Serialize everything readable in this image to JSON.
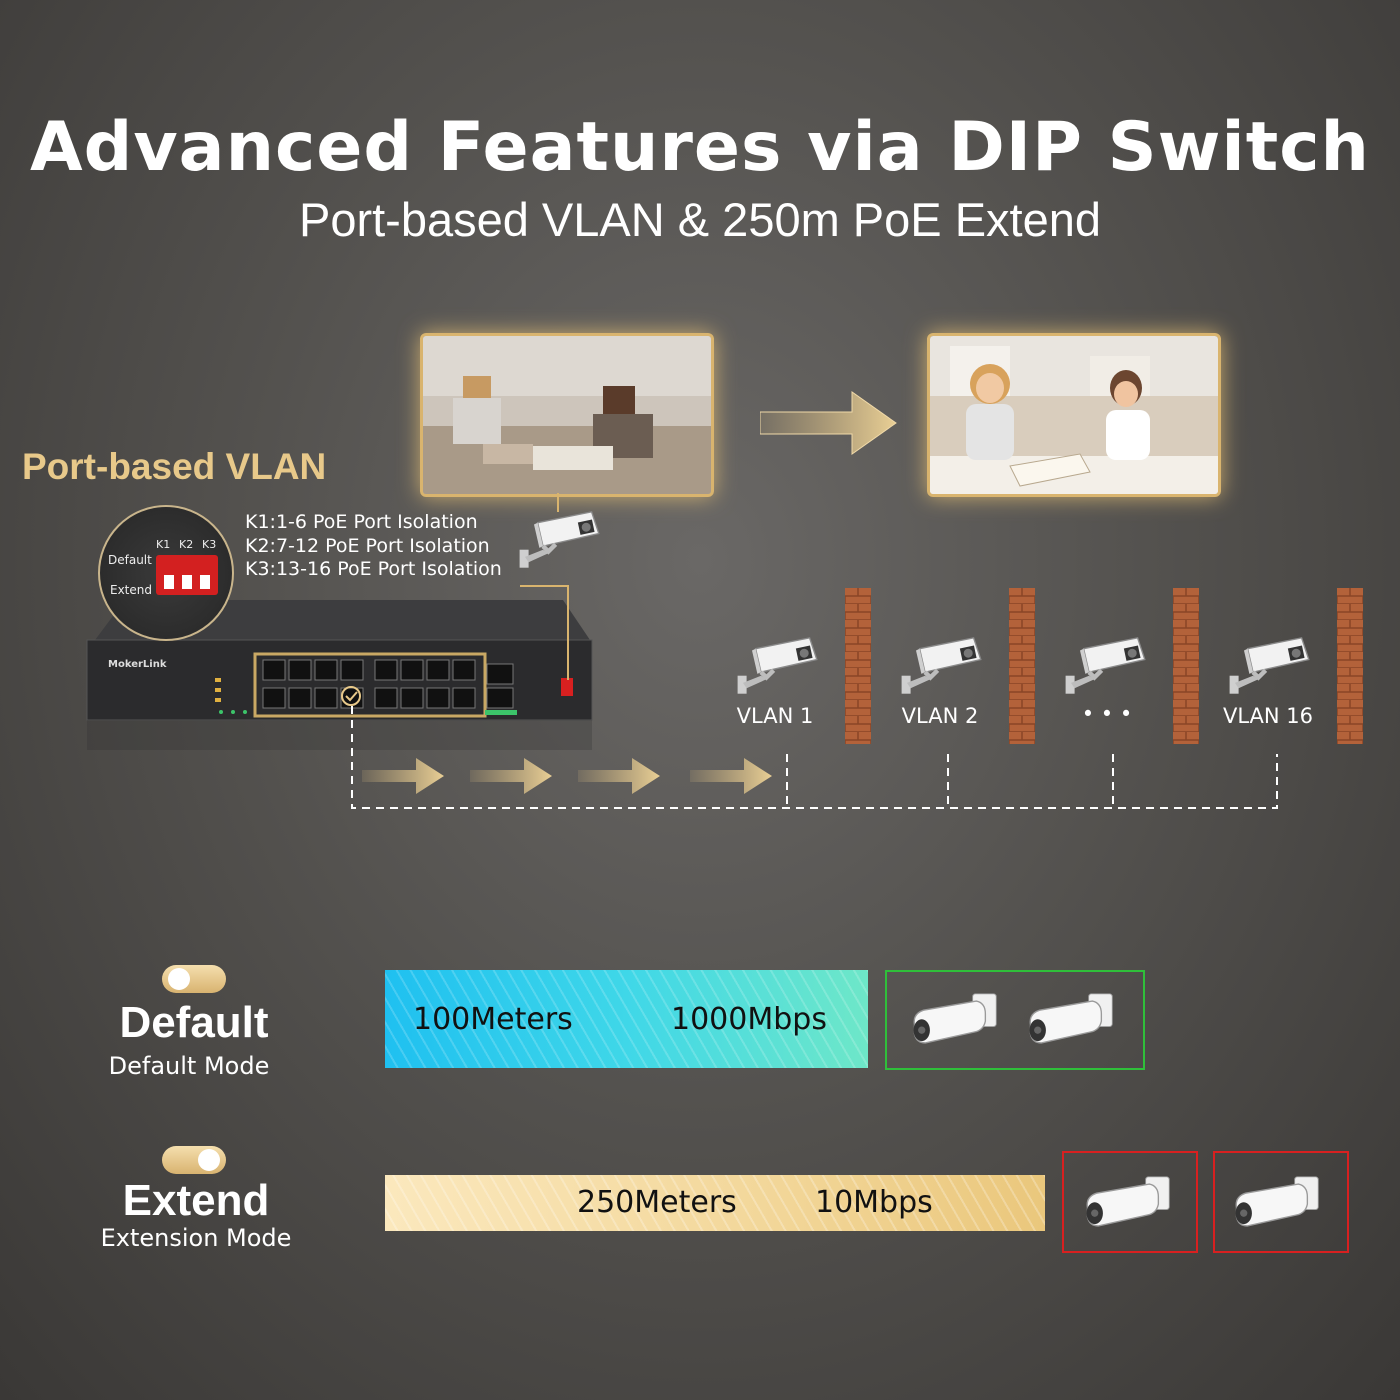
{
  "header": {
    "title": "Advanced Features via DIP Switch",
    "subtitle": "Port-based VLAN & 250m PoE Extend"
  },
  "vlan": {
    "heading": "Port-based VLAN",
    "dip": {
      "labels": [
        "K1",
        "K2",
        "K3"
      ],
      "default": "Default",
      "extend": "Extend"
    },
    "rules": [
      "K1:1-6 PoE Port Isolation",
      "K2:7-12 PoE Port Isolation",
      "K3:13-16 PoE Port Isolation"
    ],
    "groups": [
      "VLAN 1",
      "VLAN 2",
      "• • •",
      "VLAN 16"
    ]
  },
  "switch": {
    "brand": "MokerLink"
  },
  "modes": [
    {
      "name": "Default",
      "description": "Default Mode",
      "distance": "100Meters",
      "speed": "1000Mbps",
      "box_color": "#2fbf3a"
    },
    {
      "name": "Extend",
      "description": "Extension Mode",
      "distance": "250Meters",
      "speed": "10Mbps",
      "box_color": "#d82020"
    }
  ],
  "colors": {
    "accent_gold": "#e8c98a",
    "brick": "#b5643a",
    "cyan": "#29c6e8"
  }
}
